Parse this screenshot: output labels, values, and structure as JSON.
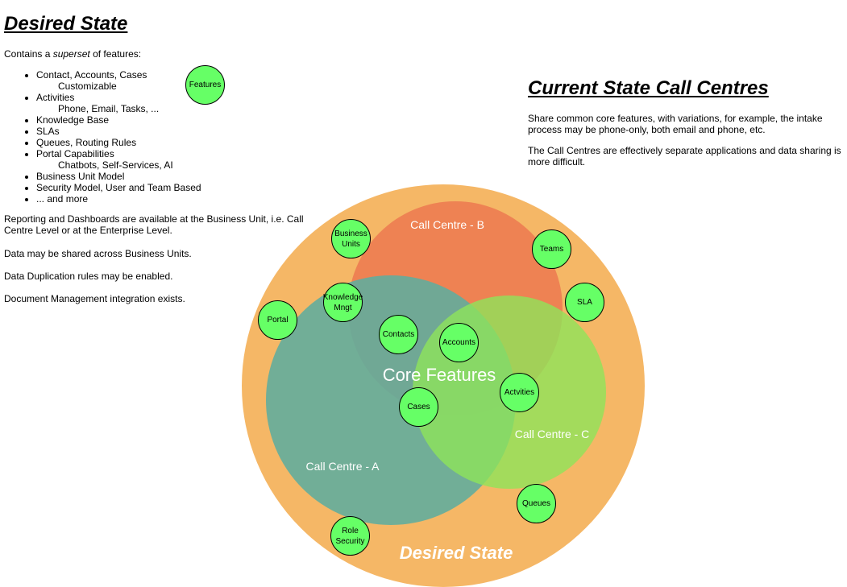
{
  "left_panel": {
    "title": "Desired State",
    "intro_prefix": "Contains a ",
    "intro_emphasis": "superset",
    "intro_suffix": " of features:",
    "features": [
      {
        "text": "Contact, Accounts, Cases",
        "sub": false
      },
      {
        "text": "Customizable",
        "sub": true
      },
      {
        "text": "Activities",
        "sub": false
      },
      {
        "text": "Phone, Email, Tasks, ...",
        "sub": true
      },
      {
        "text": "Knowledge Base",
        "sub": false
      },
      {
        "text": "SLAs",
        "sub": false
      },
      {
        "text": "Queues, Routing Rules",
        "sub": false
      },
      {
        "text": "Portal Capabilities",
        "sub": false
      },
      {
        "text": "Chatbots, Self-Services, AI",
        "sub": true
      },
      {
        "text": "Business Unit Model",
        "sub": false
      },
      {
        "text": "Security Model, User and Team Based",
        "sub": false
      },
      {
        "text": "... and more",
        "sub": false
      }
    ],
    "reporting": "Reporting and Dashboards are available at the Business Unit, i.e. Call Centre Level or at the Enterprise Level.",
    "data_shared": "Data may be shared across Business Units.",
    "duplication": "Data Duplication rules may be enabled.",
    "document_mgmt": "Document Management integration exists."
  },
  "right_panel": {
    "title": "Current State Call Centres",
    "share_common": "Share common core features, with variations, for example, the intake process may be phone-only, both email and phone, etc.",
    "separate_apps": "The Call Centres are effectively separate applications and data sharing is more difficult."
  },
  "diagram": {
    "outer_label": "Desired State",
    "core_label": "Core Features",
    "circle_a_label": "Call Centre - A",
    "circle_b_label": "Call Centre - B",
    "circle_c_label": "Call Centre - C",
    "colors": {
      "outer": "#f5b766",
      "circle_a": "#5fad9e",
      "circle_b": "#ed7e52",
      "circle_c": "#8fe35a",
      "bubble": "#66ff66"
    }
  },
  "bubbles": {
    "features": "Features",
    "business_units": "Business Units",
    "teams": "Teams",
    "knowledge": "Knowledge Mngt",
    "sla": "SLA",
    "portal": "Portal",
    "contacts": "Contacts",
    "accounts": "Accounts",
    "activities": "Actvities",
    "cases": "Cases",
    "queues": "Queues",
    "role_security": "Role Security"
  }
}
